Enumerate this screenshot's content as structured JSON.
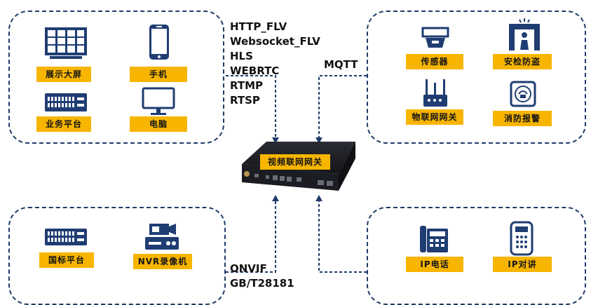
{
  "colors": {
    "dashed_border": "#1f3b68",
    "label_bg": "#f7b500",
    "icon_dark": "#1f3d72",
    "device_body": "#1c1d22"
  },
  "top_left_group": {
    "items": [
      {
        "icon": "display-wall-icon",
        "label": "展示大屏"
      },
      {
        "icon": "phone-icon",
        "label": "手机"
      },
      {
        "icon": "server-platform-icon",
        "label": "业务平台"
      },
      {
        "icon": "monitor-icon",
        "label": "电脑"
      }
    ]
  },
  "output_protocols": [
    "HTTP_FLV",
    "Websocket_FLV",
    "HLS",
    "WEBRTC",
    "RTMP",
    "RTSP"
  ],
  "mqtt_label": "MQTT",
  "top_right_group": {
    "items": [
      {
        "icon": "smoke-sensor-icon",
        "label": "传感器"
      },
      {
        "icon": "security-gate-icon",
        "label": "安检防盗"
      },
      {
        "icon": "iot-router-icon",
        "label": "物联网网关"
      },
      {
        "icon": "fire-alarm-icon",
        "label": "消防报警"
      }
    ]
  },
  "center_device": {
    "icon": "gateway-device-icon",
    "label": "视频联网网关"
  },
  "input_protocols": [
    "ONVIF",
    "GB/T28181"
  ],
  "bottom_left_group": {
    "items": [
      {
        "icon": "server-platform-icon",
        "label": "国标平台"
      },
      {
        "icon": "nvr-recorder-icon",
        "label": "NVR录像机"
      }
    ]
  },
  "bottom_right_group": {
    "items": [
      {
        "icon": "ip-phone-icon",
        "label": "IP电话"
      },
      {
        "icon": "intercom-icon",
        "label": "IP对讲"
      }
    ]
  }
}
